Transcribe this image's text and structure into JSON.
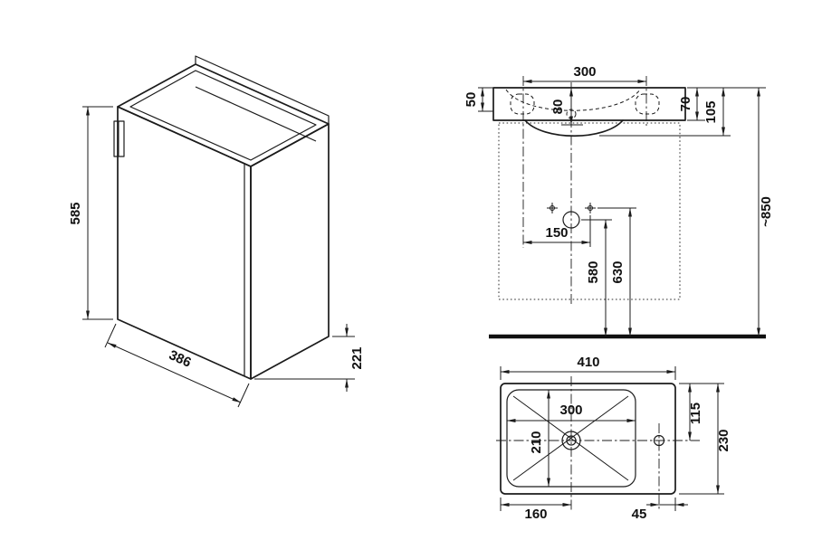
{
  "page": {
    "background": "#ffffff",
    "line_color": "#1b1b1b"
  },
  "cabinet_view": {
    "height": "585",
    "width": "386",
    "depth": "221"
  },
  "front_view": {
    "fixing_holes_span": "300",
    "rim_height_left": "50",
    "bowl_inner_depth": "80",
    "edge_height_right": "70",
    "basin_height_total": "105",
    "installation_height": "~850",
    "drain_offset_span": "150",
    "drain_height": "580",
    "fixing_height": "630"
  },
  "plan_view": {
    "basin_width": "410",
    "bowl_width": "300",
    "bowl_depth": "210",
    "tap_from_back_edge": "115",
    "basin_depth": "230",
    "drain_from_left": "160",
    "tap_from_right": "45"
  }
}
